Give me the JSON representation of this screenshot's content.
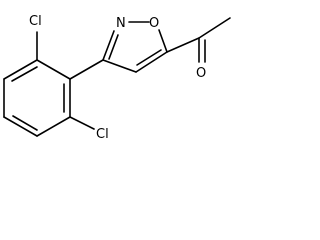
{
  "molecule": {
    "atom_labels": {
      "cl_top": "Cl",
      "cl_bottom": "Cl",
      "n": "N",
      "o_ring": "O",
      "o_carbonyl": "O"
    },
    "colors": {
      "bond": "#000000",
      "label": "#000000",
      "background": "#ffffff"
    }
  }
}
